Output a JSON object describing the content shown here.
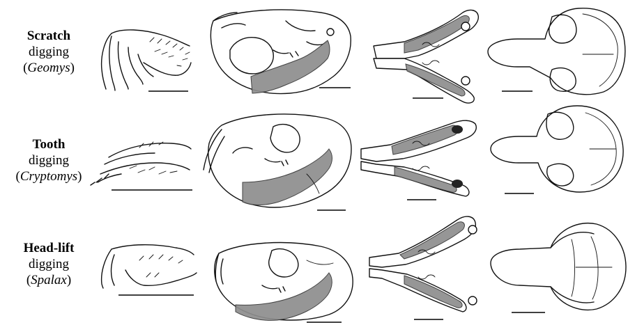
{
  "rows": [
    {
      "title": "Scratch",
      "method": "digging",
      "genus_open": "(",
      "genus": "Geomys",
      "genus_close": ")"
    },
    {
      "title": "Tooth",
      "method": "digging",
      "genus_open": "(",
      "genus": "Cryptomys",
      "genus_close": ")"
    },
    {
      "title": "Head-lift",
      "method": "digging",
      "genus_open": "(",
      "genus": "Spalax",
      "genus_close": ")"
    }
  ],
  "colors": {
    "ink": "#111111",
    "muscle": "#8e8e8e",
    "background": "#ffffff"
  }
}
